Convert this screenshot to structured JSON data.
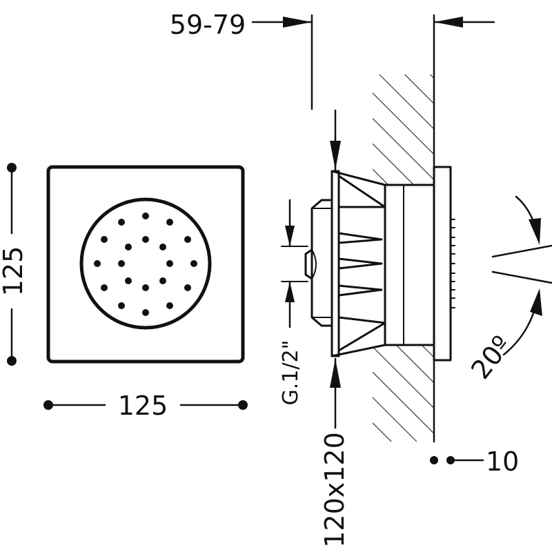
{
  "front_view": {
    "width_label": "125",
    "height_label": "125"
  },
  "side_view": {
    "depth_label": "59-79",
    "thread_label": "G.1/2\"",
    "cutout_label": "120x120",
    "plate_label": "10",
    "angle_label": "20º"
  }
}
